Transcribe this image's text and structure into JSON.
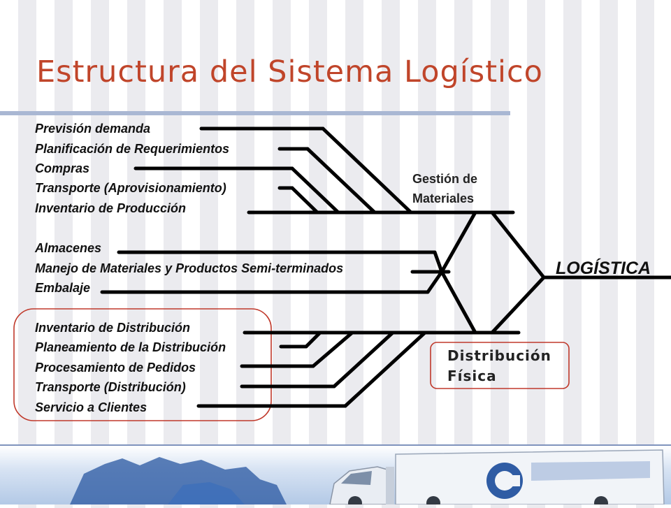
{
  "title": "Estructura del Sistema Logístico",
  "groups": {
    "materials": "Gestión de Materiales",
    "materials_lines": [
      "Gestión de",
      "Materiales"
    ],
    "distribution": "Distribución Física",
    "distribution_lines": [
      "Distribución",
      "Física"
    ],
    "main": "LOGÍSTICA"
  },
  "items": {
    "materials": [
      "Previsión demanda",
      "Planificación de Requerimientos",
      "Compras",
      "Transporte (Aprovisionamiento)",
      "Inventario de Producción"
    ],
    "middle": [
      "Almacenes",
      "Manejo de Materiales y Productos Semi-terminados",
      "Embalaje"
    ],
    "distribution": [
      "Inventario de Distribución",
      "Planeamiento de la Distribución",
      "Procesamiento de Pedidos",
      "Transporte (Distribución)",
      "Servicio a Clientes"
    ]
  },
  "colors": {
    "title": "#c0452a",
    "highlight_border": "#c0392b",
    "lines": "#000000"
  }
}
